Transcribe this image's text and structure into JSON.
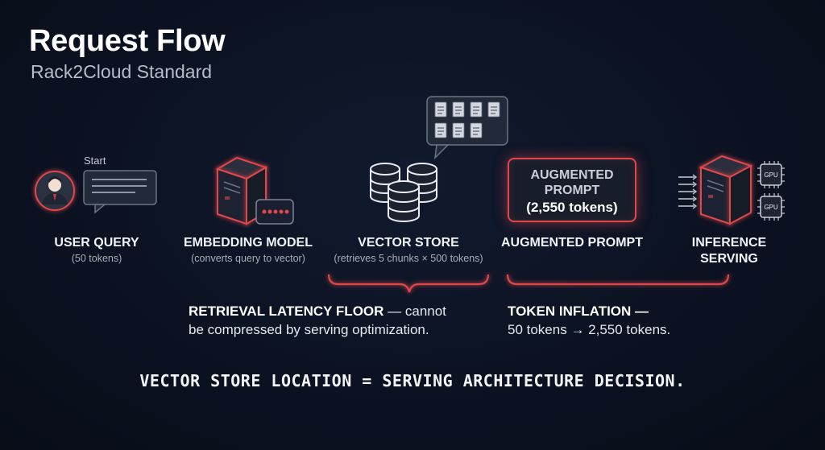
{
  "header": {
    "title": "Request Flow",
    "subtitle": "Rack2Cloud Standard"
  },
  "flow": {
    "start_label": "Start",
    "stages": [
      {
        "label": "USER QUERY",
        "sub": "(50 tokens)"
      },
      {
        "label": "EMBEDDING MODEL",
        "sub": "(converts query to vector)"
      },
      {
        "label": "VECTOR STORE",
        "sub": "(retrieves 5 chunks × 500 tokens)"
      },
      {
        "label": "AUGMENTED PROMPT",
        "sub": ""
      },
      {
        "label_line1": "INFERENCE",
        "label_line2": "SERVING"
      }
    ],
    "augmented_box": {
      "line1": "AUGMENTED",
      "line2": "PROMPT",
      "line3": "(2,550 tokens)"
    },
    "gpu_label": "GPU"
  },
  "notes": {
    "retrieval": {
      "bold": "RETRIEVAL LATENCY FLOOR",
      "rest": " — cannot",
      "line2": "be compressed by serving optimization."
    },
    "token": {
      "bold": "TOKEN INFLATION —",
      "line2": "50 tokens → 2,550 tokens."
    }
  },
  "footer": "VECTOR STORE LOCATION = SERVING ARCHITECTURE DECISION.",
  "colors": {
    "accent": "#e0474c",
    "background": "#0b1120"
  }
}
